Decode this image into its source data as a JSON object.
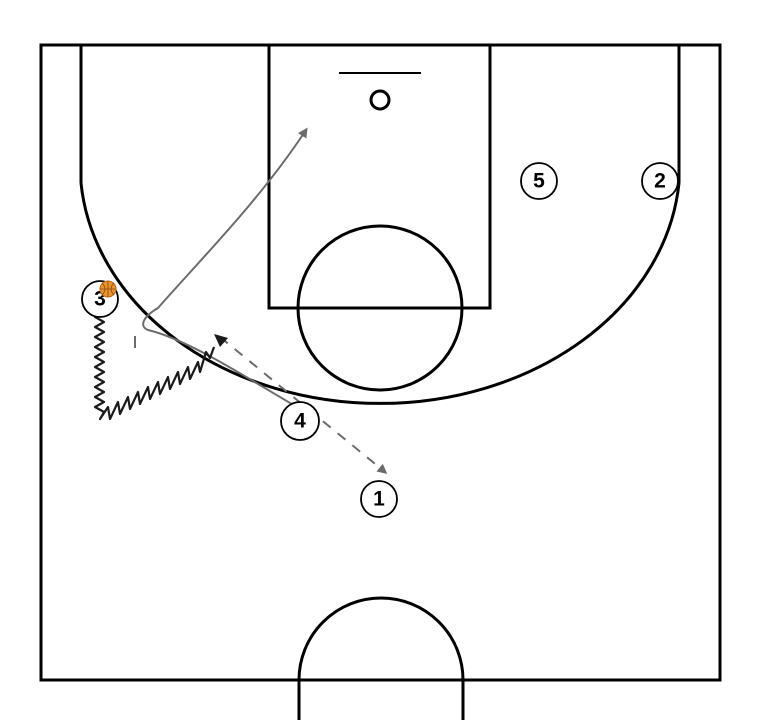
{
  "diagram": {
    "players": [
      {
        "id": "1",
        "label": "1",
        "has_ball": false
      },
      {
        "id": "2",
        "label": "2",
        "has_ball": false
      },
      {
        "id": "3",
        "label": "3",
        "has_ball": true
      },
      {
        "id": "4",
        "label": "4",
        "has_ball": false
      },
      {
        "id": "5",
        "label": "5",
        "has_ball": false
      }
    ],
    "colors": {
      "court_lines": "#000000",
      "movement": "#6b6b6b",
      "dribble": "#1a1a1a",
      "ball": "#e8952f"
    },
    "icons": {
      "ball": "basketball-icon"
    }
  }
}
